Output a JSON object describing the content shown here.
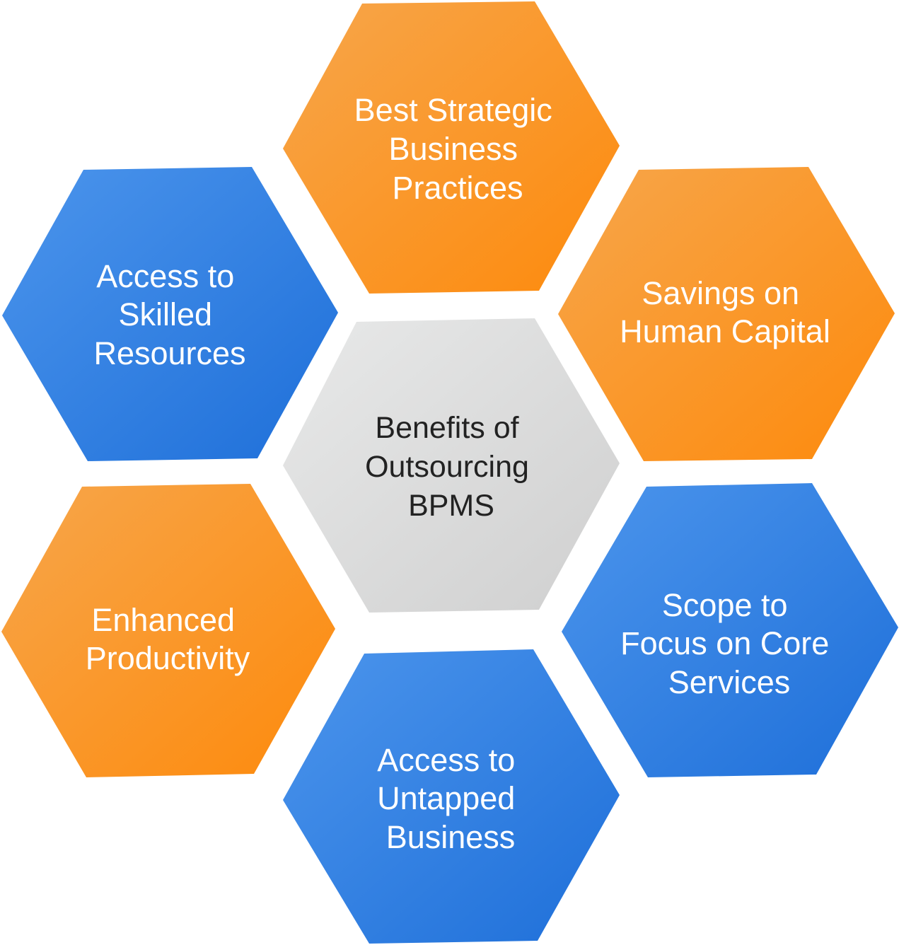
{
  "diagram": {
    "center": {
      "lines": [
        "Benefits of",
        "Outsourcing",
        "BPMS"
      ],
      "text_color": "#222222",
      "gradient": [
        "#e8e9e9",
        "#cfcfcf"
      ]
    },
    "hexagons": [
      {
        "id": "best-strategic-business-practices",
        "lines": [
          "Best Strategic",
          "Business",
          "Practices"
        ],
        "theme": "orange"
      },
      {
        "id": "savings-on-human-capital",
        "lines": [
          "Savings on",
          "Human Capital"
        ],
        "theme": "orange"
      },
      {
        "id": "scope-to-focus-on-core-services",
        "lines": [
          "Scope to",
          "Focus on Core",
          "Services"
        ],
        "theme": "blue"
      },
      {
        "id": "access-to-untapped-business",
        "lines": [
          "Access to",
          "Untapped",
          "Business"
        ],
        "theme": "blue"
      },
      {
        "id": "enhanced-productivity",
        "lines": [
          "Enhanced",
          "Productivity"
        ],
        "theme": "orange"
      },
      {
        "id": "access-to-skilled-resources",
        "lines": [
          "Access to",
          "Skilled",
          "Resources"
        ],
        "theme": "blue"
      }
    ],
    "colors": {
      "orange": [
        "#f7a64b",
        "#fd8a0c"
      ],
      "blue": [
        "#4c95ec",
        "#1e6fd9"
      ],
      "label_on_color": "#ffffff"
    }
  }
}
